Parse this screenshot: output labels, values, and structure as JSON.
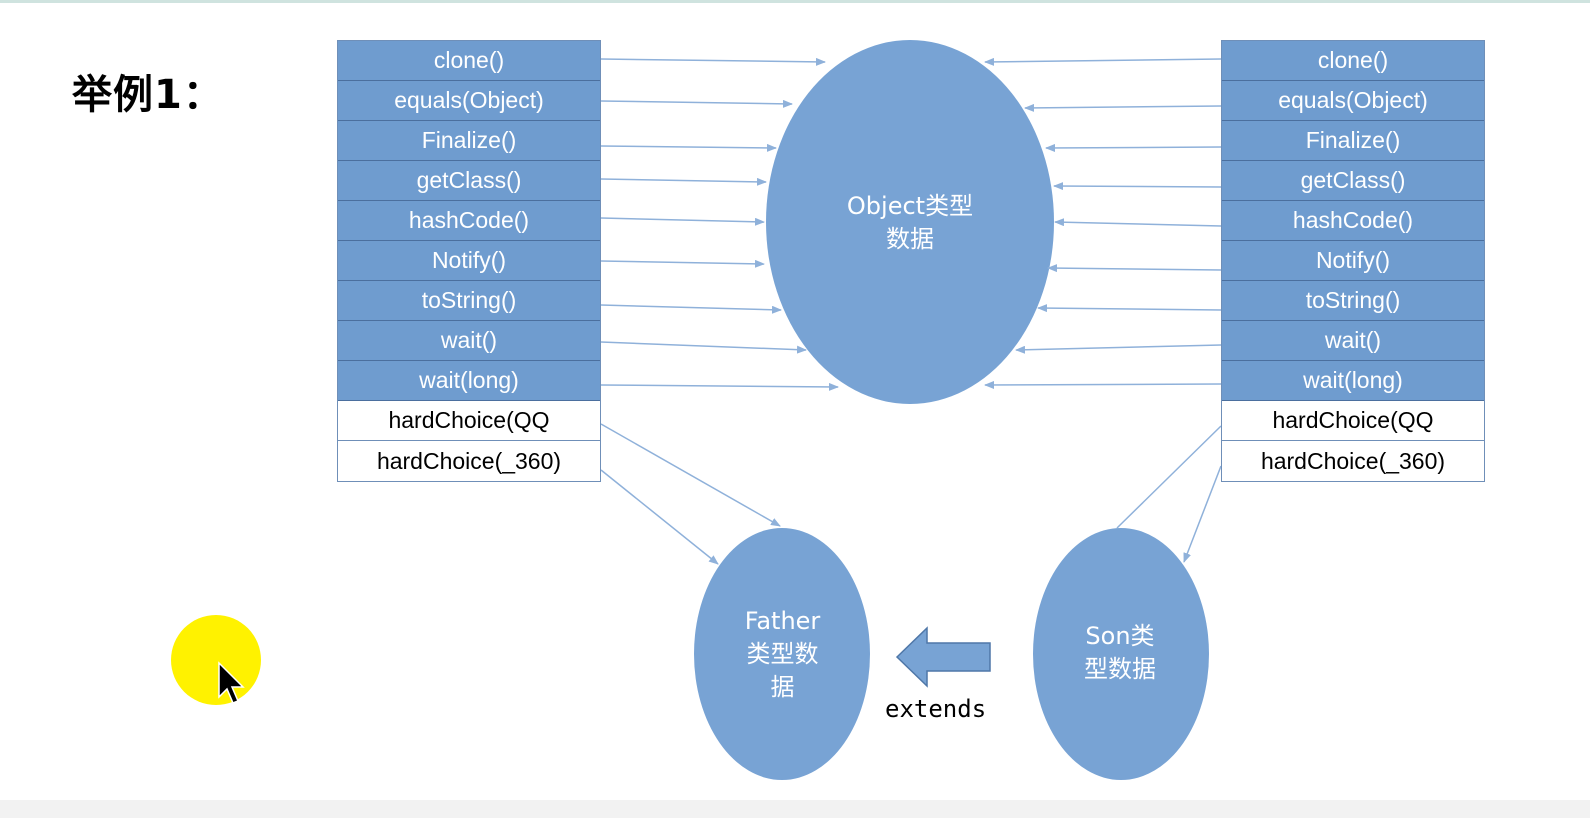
{
  "title": "举例1：",
  "object_node": {
    "line1": "Object类型",
    "line2": "数据"
  },
  "father_node": {
    "line1": "Father",
    "line2": "类型数",
    "line3": "据"
  },
  "son_node": {
    "line1": "Son类",
    "line2": "型数据"
  },
  "extends_label": "extends",
  "left_table": {
    "inherited": [
      "clone()",
      "equals(Object)",
      "Finalize()",
      "getClass()",
      "hashCode()",
      "Notify()",
      "toString()",
      "wait()",
      "wait(long)"
    ],
    "own": [
      "hardChoice(QQ",
      "hardChoice(_360)"
    ]
  },
  "right_table": {
    "inherited": [
      "clone()",
      "equals(Object)",
      "Finalize()",
      "getClass()",
      "hashCode()",
      "Notify()",
      "toString()",
      "wait()",
      "wait(long)"
    ],
    "own": [
      "hardChoice(QQ",
      "hardChoice(_360)"
    ]
  },
  "colors": {
    "node_fill": "#78a3d4",
    "inherited_row": "#6f9ccf",
    "arrow": "#8fb1da",
    "cursor_highlight": "#fff200"
  },
  "icons": [
    "cursor-icon",
    "extends-arrow-icon"
  ]
}
